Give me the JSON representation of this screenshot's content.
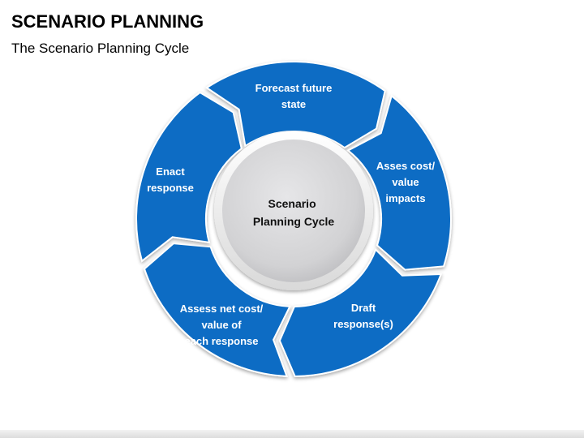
{
  "header": {
    "title": "SCENARIO PLANNING",
    "subtitle": "The Scenario Planning Cycle"
  },
  "cycle": {
    "center_lines": [
      "Scenario",
      "Planning Cycle"
    ],
    "segments": [
      {
        "id": "forecast",
        "lines": [
          "Forecast future",
          "state"
        ]
      },
      {
        "id": "assess-cost",
        "lines": [
          "Asses cost/",
          "value",
          "impacts"
        ]
      },
      {
        "id": "draft",
        "lines": [
          "Draft",
          "response(s)"
        ]
      },
      {
        "id": "assess-net",
        "lines": [
          "Assess net cost/",
          "value  of",
          "each response"
        ]
      },
      {
        "id": "enact",
        "lines": [
          "Enact",
          "response"
        ]
      }
    ]
  },
  "colors": {
    "segment_fill": "#0a6cc4",
    "segment_shadow": "#054d91",
    "center_fill": "#d6d6d8",
    "center_ring": "#f4f4f4"
  }
}
